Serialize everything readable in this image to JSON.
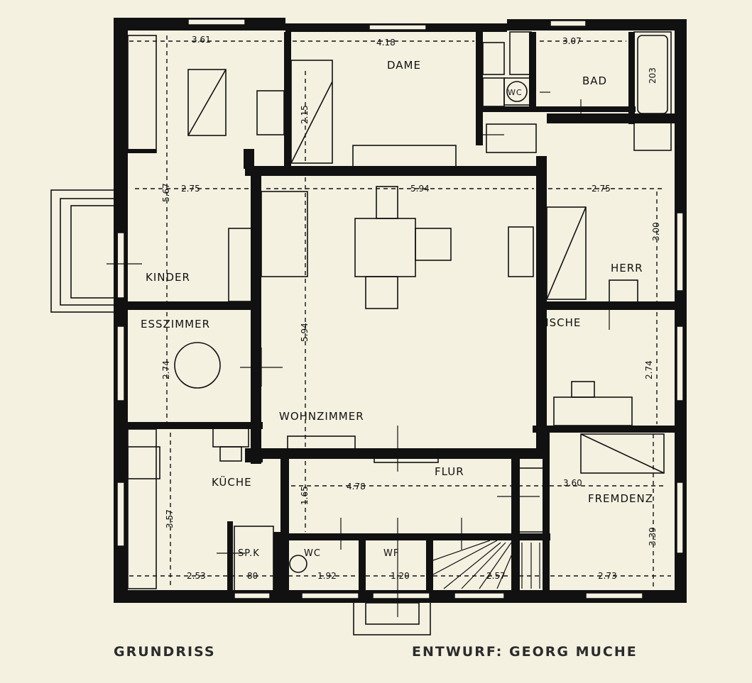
{
  "rooms": {
    "dame": "DAME",
    "bad": "BAD",
    "wc_top": "WC",
    "kinder": "KINDER",
    "herr": "HERR",
    "esszimmer": "ESSZIMMER",
    "nische": "NISCHE",
    "wohnzimmer": "WOHNZIMMER",
    "kueche": "KÜCHE",
    "flur": "FLUR",
    "fremdenz": "FREMDENZ",
    "spk": "SP.K",
    "wc_bottom": "WC",
    "wf": "WF"
  },
  "dimensions": {
    "d361": "3.61",
    "d418": "4.18",
    "d307": "3.07",
    "d203": "203",
    "d215": "2.15",
    "d275_left": "2.75",
    "d567": "5.67",
    "d594_h": "5.94",
    "d275_right": "2.75",
    "d300": "3.00",
    "d594_v": "5.94",
    "d274_left": "2.74",
    "d274_right": "2.74",
    "d165": "1.65",
    "d478": "4.78",
    "d360": "3.60",
    "d357": "3.57",
    "d339": "3.39",
    "d253": "2.53",
    "d80": "80",
    "d192": "1.92",
    "d120": "1.20",
    "d257": "2.57",
    "d273": "2.73"
  },
  "captions": {
    "left": "GRUNDRISS",
    "right": "ENTWURF: GEORG MUCHE"
  }
}
